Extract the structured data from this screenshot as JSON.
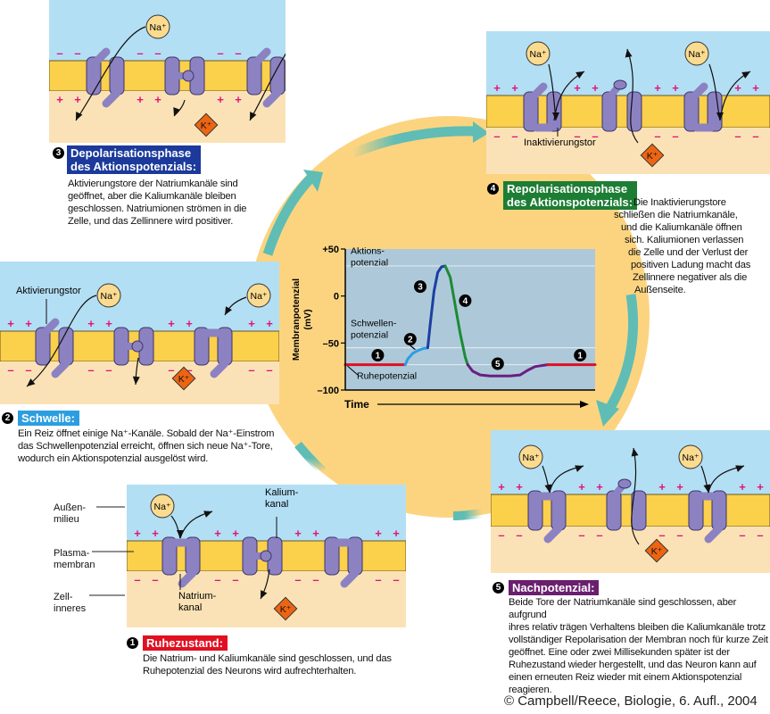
{
  "colors": {
    "extracellular": "#b3dff4",
    "membrane": "#fbd04a",
    "intracellular": "#fbe2b6",
    "channel": "#8c82c2",
    "channel_stroke": "#3c356a",
    "plus_minus": "#e0147a",
    "sodium_ion": "#fbdb8f",
    "potassium_ion": "#ec6513",
    "cycle_arrow": "#5fbdb5",
    "center_disc": "#fcd480",
    "graph_bg": "#adc9d9",
    "phase1": "#e01021",
    "phase2": "#2c9ee0",
    "phase3": "#1c3fa3",
    "phase4": "#1d8a35",
    "phase5": "#6a1f80"
  },
  "ions": {
    "sodium": "Na⁺",
    "potassium": "K⁺"
  },
  "charges": {
    "plus": "+",
    "minus": "–"
  },
  "panels": {
    "depolarization": {
      "label": "Depolarisation panel"
    },
    "repolarization": {
      "label": "Repolarisation panel",
      "annotation": "Inaktivierungstor"
    },
    "threshold": {
      "label": "Schwelle panel",
      "annotation": "Aktivierungstor"
    },
    "resting": {
      "label": "Ruhezustand panel",
      "annotation_kalium": "Kalium-\nkanal",
      "annotation_natrium": "Natrium-\nkanal",
      "side_labels": [
        "Außen-\nmilieu",
        "Plasma-\nmembran",
        "Zell-\ninneres"
      ]
    },
    "afterpotential": {
      "label": "Nachpotenzial panel"
    }
  },
  "captions": {
    "phase1": {
      "number": "1",
      "title": "Ruhezustand:",
      "body": [
        "Die Natrium- und Kaliumkanäle sind geschlossen, und das",
        "Ruhepotenzial des Neurons wird aufrechterhalten."
      ]
    },
    "phase2": {
      "number": "2",
      "title": "Schwelle:",
      "body": [
        "Ein Reiz öffnet einige Na⁺-Kanäle. Sobald der Na⁺-Einstrom",
        "das Schwellenpotenzial erreicht, öffnen sich neue Na⁺-Tore,",
        "wodurch ein Aktionspotenzial ausgelöst wird."
      ]
    },
    "phase3": {
      "number": "3",
      "title_lines": [
        "Depolarisationsphase",
        "des Aktionspotenzials:"
      ],
      "body": [
        "Aktivierungstore der Natriumkanäle sind",
        "geöffnet, aber die Kaliumkanäle bleiben",
        "geschlossen. Natriumionen strömen in die",
        "Zelle, und das Zellinnere wird positiver."
      ]
    },
    "phase4": {
      "number": "4",
      "title_lines": [
        "Repolarisationsphase",
        "des Aktionspotenzials:"
      ],
      "body": [
        "Die Inaktivierungstore",
        "schließen die Natriumkanäle,",
        "und die Kaliumkanäle öffnen",
        "sich. Kaliumionen verlassen",
        "die Zelle und der Verlust der",
        "positiven Ladung macht das",
        "Zellinnere negativer als die",
        "Außenseite."
      ]
    },
    "phase5": {
      "number": "5",
      "title": "Nachpotenzial:",
      "body": [
        "Beide Tore der Natriumkanäle sind geschlossen, aber aufgrund",
        "ihres relativ trägen Verhaltens bleiben die Kaliumkanäle trotz",
        "vollständiger Repolarisation der Membran noch für kurze Zeit",
        "geöffnet. Eine oder zwei Millisekunden später ist der",
        "Ruhezustand wieder hergestellt, und das Neuron kann auf",
        "einen erneuten Reiz wieder mit einem Aktionspotenzial",
        "reagieren."
      ]
    }
  },
  "copyright": "© Campbell/Reece, Biologie, 6. Aufl., 2004",
  "chart_data": {
    "type": "line",
    "title": "",
    "xlabel": "Time",
    "ylabel": "Membranpotenzial (mV)",
    "ylim": [
      -100,
      50
    ],
    "yticks": [
      50,
      0,
      -50,
      -100
    ],
    "ytick_labels": [
      "+50",
      "0",
      "–50",
      "–100"
    ],
    "xlim": [
      0,
      100
    ],
    "reference_lines": [
      {
        "name": "Aktionspotenzial",
        "label": "Aktions-\npotenzial",
        "y": 32
      },
      {
        "name": "Schwellenpotenzial",
        "label": "Schwellen-\npotenzial",
        "y": -55
      },
      {
        "name": "Ruhepotenzial",
        "label": "Ruhepotenzial",
        "y": -73
      }
    ],
    "series": [
      {
        "name": "phase1-rest",
        "phase": "1",
        "color": "#e01021",
        "x": [
          0,
          24
        ],
        "y": [
          -73,
          -73
        ]
      },
      {
        "name": "phase2-threshold",
        "phase": "2",
        "color": "#2c9ee0",
        "x": [
          24,
          25,
          27,
          29,
          31,
          33
        ],
        "y": [
          -73,
          -67,
          -61,
          -58,
          -56,
          -55
        ]
      },
      {
        "name": "phase3-depolarization",
        "phase": "3",
        "color": "#1c3fa3",
        "x": [
          33,
          34,
          35.5,
          37,
          38.5,
          40
        ],
        "y": [
          -55,
          -30,
          5,
          25,
          31,
          32
        ]
      },
      {
        "name": "phase4-repolarization",
        "phase": "4",
        "color": "#1d8a35",
        "x": [
          40,
          42,
          44,
          46,
          48,
          49
        ],
        "y": [
          32,
          20,
          -10,
          -40,
          -65,
          -73
        ]
      },
      {
        "name": "phase5-afterpotential",
        "phase": "5",
        "color": "#6a1f80",
        "x": [
          49,
          51,
          54,
          58,
          66,
          70,
          73,
          76,
          81
        ],
        "y": [
          -73,
          -80,
          -84,
          -85,
          -85,
          -84,
          -79,
          -75,
          -73
        ]
      },
      {
        "name": "phase1-rest-again",
        "phase": "1",
        "color": "#e01021",
        "x": [
          81,
          100
        ],
        "y": [
          -73,
          -73
        ]
      }
    ],
    "phase_markers": [
      {
        "label": "1",
        "x": 13,
        "y": -63
      },
      {
        "label": "2",
        "x": 26,
        "y": -46
      },
      {
        "label": "3",
        "x": 30,
        "y": 10
      },
      {
        "label": "4",
        "x": 48,
        "y": -5
      },
      {
        "label": "5",
        "x": 61,
        "y": -72
      },
      {
        "label": "1",
        "x": 94,
        "y": -63
      }
    ],
    "grid": false,
    "legend": "none"
  }
}
